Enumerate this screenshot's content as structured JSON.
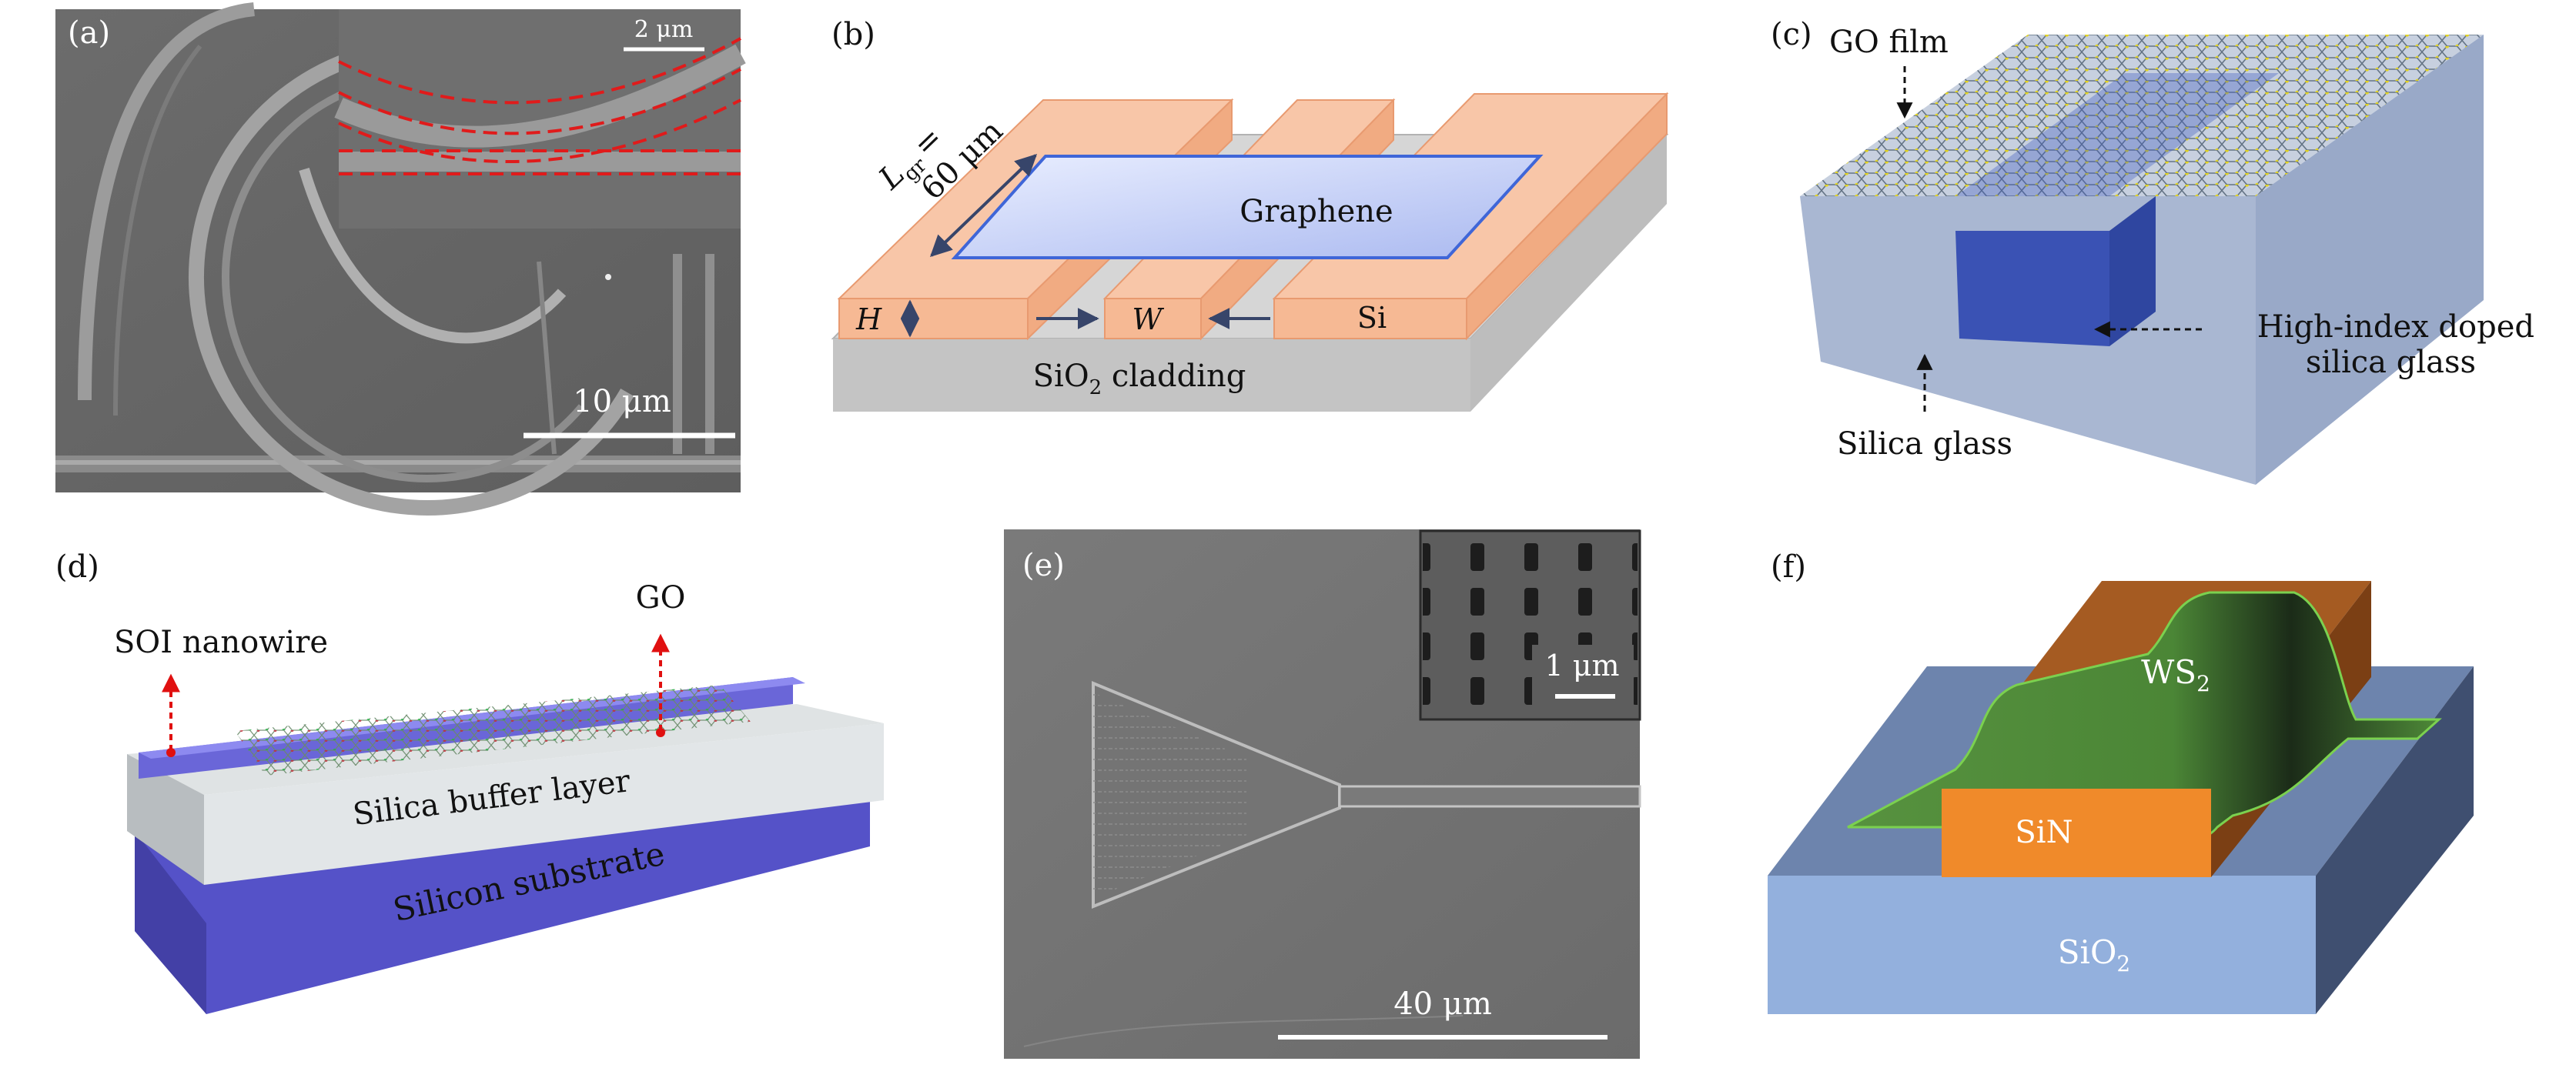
{
  "panels": {
    "a": {
      "label": "(a)",
      "inset_scale": "2 μm",
      "scale": "10 μm"
    },
    "b": {
      "label": "(b)",
      "length_symbol": "L",
      "length_subscript": "gr",
      "length_eq": "=",
      "length_value": "60 μm",
      "graphene": "Graphene",
      "height": "H",
      "width": "W",
      "si": "Si",
      "cladding_prefix": "SiO",
      "cladding_sub": "2",
      "cladding_suffix": " cladding"
    },
    "c": {
      "label": "(c)",
      "go_film": "GO film",
      "high_index_line1": "High-index doped",
      "high_index_line2": "silica glass",
      "silica_glass": "Silica glass"
    },
    "d": {
      "label": "(d)",
      "soi": "SOI nanowire",
      "go": "GO",
      "buffer": "Silica buffer layer",
      "substrate": "Silicon substrate"
    },
    "e": {
      "label": "(e)",
      "inset_scale": "1 μm",
      "scale": "40 μm"
    },
    "f": {
      "label": "(f)",
      "ws2_prefix": "WS",
      "ws2_sub": "2",
      "sin": "SiN",
      "sio2_prefix": "SiO",
      "sio2_sub": "2"
    }
  },
  "colors": {
    "sem_bg": "#707070",
    "si_orange": "#f7c3a4",
    "graphene_blue": "#c5d0f5",
    "cladding_gray": "#c9c9c9",
    "silica_glass": "#a7b8d4",
    "doped_core": "#3b55b8",
    "substrate_purple": "#5b58c9",
    "buffer_white": "#e3e7e8",
    "ws2_green": "#4f8a3a",
    "sin_orange": "#f08a2a",
    "sio2_blue": "#93b0dd",
    "arrow_red": "#e01010"
  }
}
